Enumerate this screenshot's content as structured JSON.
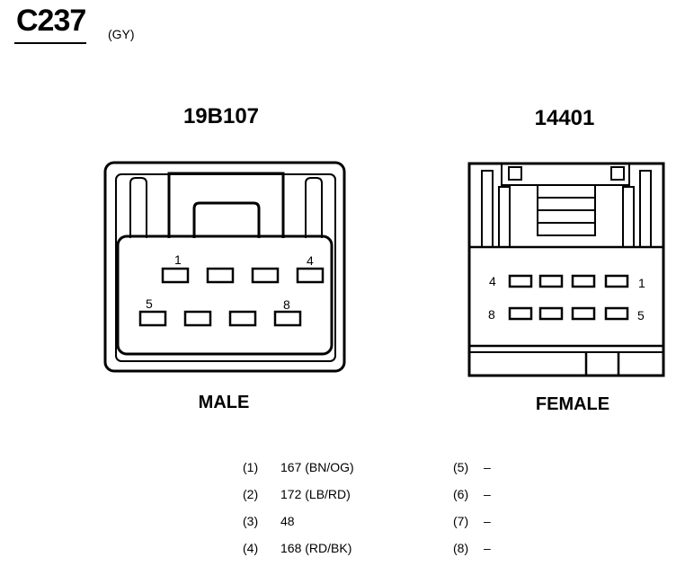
{
  "header": {
    "title": "C237",
    "color_code": "(GY)"
  },
  "connectors": [
    {
      "part_number": "19B107",
      "gender": "MALE",
      "pin_labels": [
        "1",
        "4",
        "5",
        "8"
      ]
    },
    {
      "part_number": "14401",
      "gender": "FEMALE",
      "pin_labels": [
        "4",
        "1",
        "8",
        "5"
      ]
    }
  ],
  "pinout": [
    {
      "pin": "(1)",
      "value": "167 (BN/OG)"
    },
    {
      "pin": "(2)",
      "value": "172 (LB/RD)"
    },
    {
      "pin": "(3)",
      "value": "48"
    },
    {
      "pin": "(4)",
      "value": "168 (RD/BK)"
    },
    {
      "pin": "(5)",
      "value": "–"
    },
    {
      "pin": "(6)",
      "value": "–"
    },
    {
      "pin": "(7)",
      "value": "–"
    },
    {
      "pin": "(8)",
      "value": "–"
    }
  ]
}
